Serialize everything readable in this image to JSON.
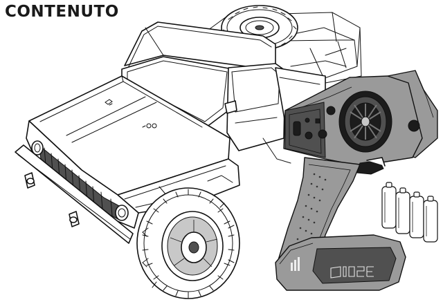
{
  "heading": "CONTENUTO",
  "icons": {
    "truck": "rc-truck-illustration",
    "spare_tire": "spare-tire-icon",
    "transmitter": "transmitter-illustration",
    "batteries": "aa-batteries-illustration"
  }
}
